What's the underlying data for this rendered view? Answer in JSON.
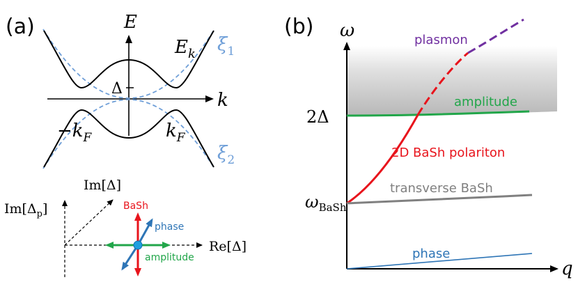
{
  "figure": {
    "panel_a": {
      "label": "(a)",
      "axis_y": "E",
      "axis_x": "k",
      "curve_label_main": "E",
      "curve_label_sub": "k",
      "xi1_main": "ξ",
      "xi1_sub": "1",
      "xi2_main": "ξ",
      "xi2_sub": "2",
      "gap_label": "Δ",
      "neg_kf_main": "−k",
      "kf_main": "k",
      "kf_sub": "F",
      "im_delta_p": "Im[Δ",
      "im_delta_p_sub": "p",
      "im_delta_p_close": "]",
      "im_delta": "Im[Δ]",
      "re_delta": "Re[Δ]",
      "bash_label": "BaSh",
      "phase_label": "phase",
      "amplitude_label": "amplitude"
    },
    "panel_b": {
      "label": "(b)",
      "axis_y": "ω",
      "axis_x": "q",
      "plasmon": "plasmon",
      "amplitude": "amplitude",
      "two_delta": "2Δ",
      "polariton": "2D BaSh polariton",
      "transverse": "transverse BaSh",
      "omega_bash_main": "ω",
      "omega_bash_sub": "BaSh",
      "phase": "phase"
    },
    "colors": {
      "purple": "#7030a0",
      "green": "#22a64a",
      "red": "#e8141c",
      "blue": "#2e75b6",
      "dashblue": "#6f9fd8",
      "gray": "#808080",
      "cyan": "#1fa0e0",
      "continuum": "#bfbfbf"
    }
  }
}
